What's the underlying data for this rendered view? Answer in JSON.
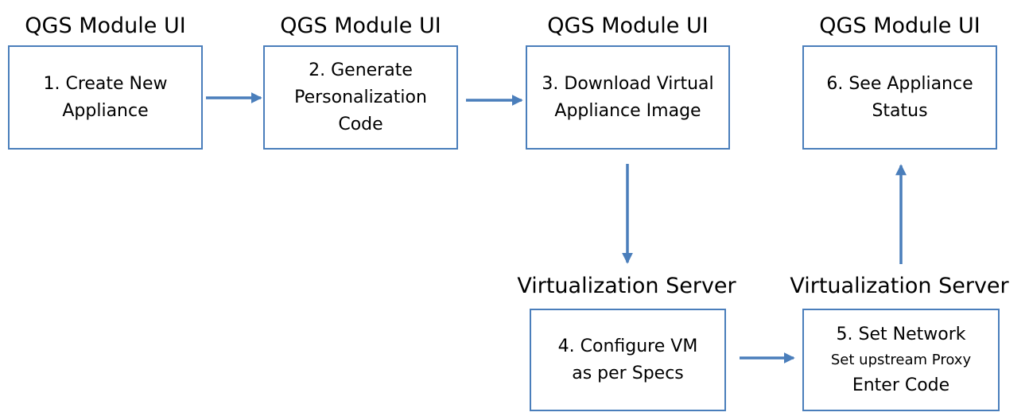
{
  "colors": {
    "box_border": "#4a7ebb",
    "arrow": "#4a7ebb",
    "text": "#000000",
    "background": "#ffffff"
  },
  "headings": {
    "h1": "QGS Module UI",
    "h2": "QGS Module UI",
    "h3": "QGS Module UI",
    "h6": "QGS Module UI",
    "h4": "Virtualization Server",
    "h5": "Virtualization Server"
  },
  "steps": {
    "s1": {
      "lines": [
        "1. Create New",
        "Appliance"
      ]
    },
    "s2": {
      "lines": [
        "2. Generate",
        "Personalization",
        "Code"
      ]
    },
    "s3": {
      "lines": [
        "3. Download Virtual",
        "Appliance Image"
      ]
    },
    "s4": {
      "lines": [
        "4. Configure VM",
        "as per Specs"
      ]
    },
    "s5": {
      "lines": [
        "5. Set Network",
        "Set upstream Proxy",
        "Enter Code"
      ]
    },
    "s6": {
      "lines": [
        "6. See Appliance",
        "Status"
      ]
    }
  }
}
